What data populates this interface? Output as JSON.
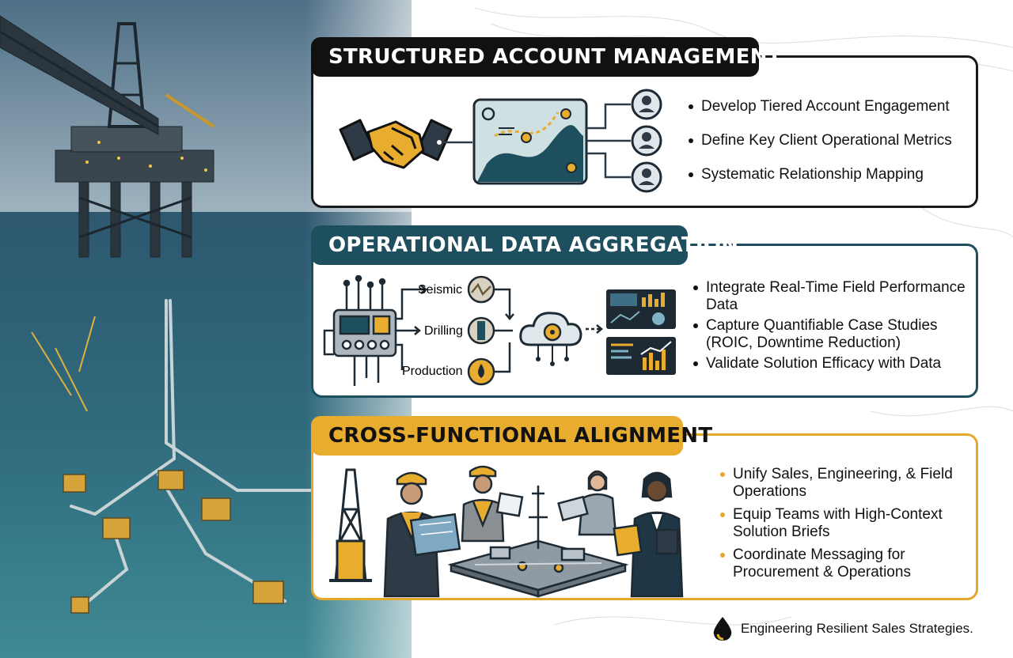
{
  "colors": {
    "dark": "#111111",
    "teal": "#1e4f5e",
    "gold": "#e8ad2e",
    "sea": "#2f6b7d"
  },
  "section1": {
    "title": "STRUCTURED ACCOUNT MANAGEMENT",
    "bullets": [
      "Develop Tiered Account Engagement",
      "Define Key Client Operational Metrics",
      "Systematic Relationship Mapping"
    ],
    "icons": [
      "handshake-icon",
      "map-dashboard-icon",
      "person-icon"
    ]
  },
  "section2": {
    "title": "OPERATIONAL DATA AGGREGATION",
    "sources": [
      "Seismic",
      "Drilling",
      "Production"
    ],
    "bullets": [
      "Integrate Real-Time Field Performance Data",
      "Capture Quantifiable Case Studies (ROIC, Downtime Reduction)",
      "Validate Solution Efficacy with Data"
    ],
    "icons": [
      "control-panel-icon",
      "cloud-gear-icon",
      "analytics-dashboard-icon"
    ]
  },
  "section3": {
    "title": "CROSS-FUNCTIONAL ALIGNMENT",
    "bullets": [
      "Unify Sales, Engineering, & Field Operations",
      "Equip Teams with High-Context Solution Briefs",
      "Coordinate Messaging for Procurement & Operations"
    ],
    "icons": [
      "derrick-icon",
      "worker-icon",
      "facility-model-icon",
      "businesswoman-icon"
    ]
  },
  "footer": {
    "text": "Engineering Resilient Sales Strategies.",
    "icon": "oil-drop-icon"
  }
}
